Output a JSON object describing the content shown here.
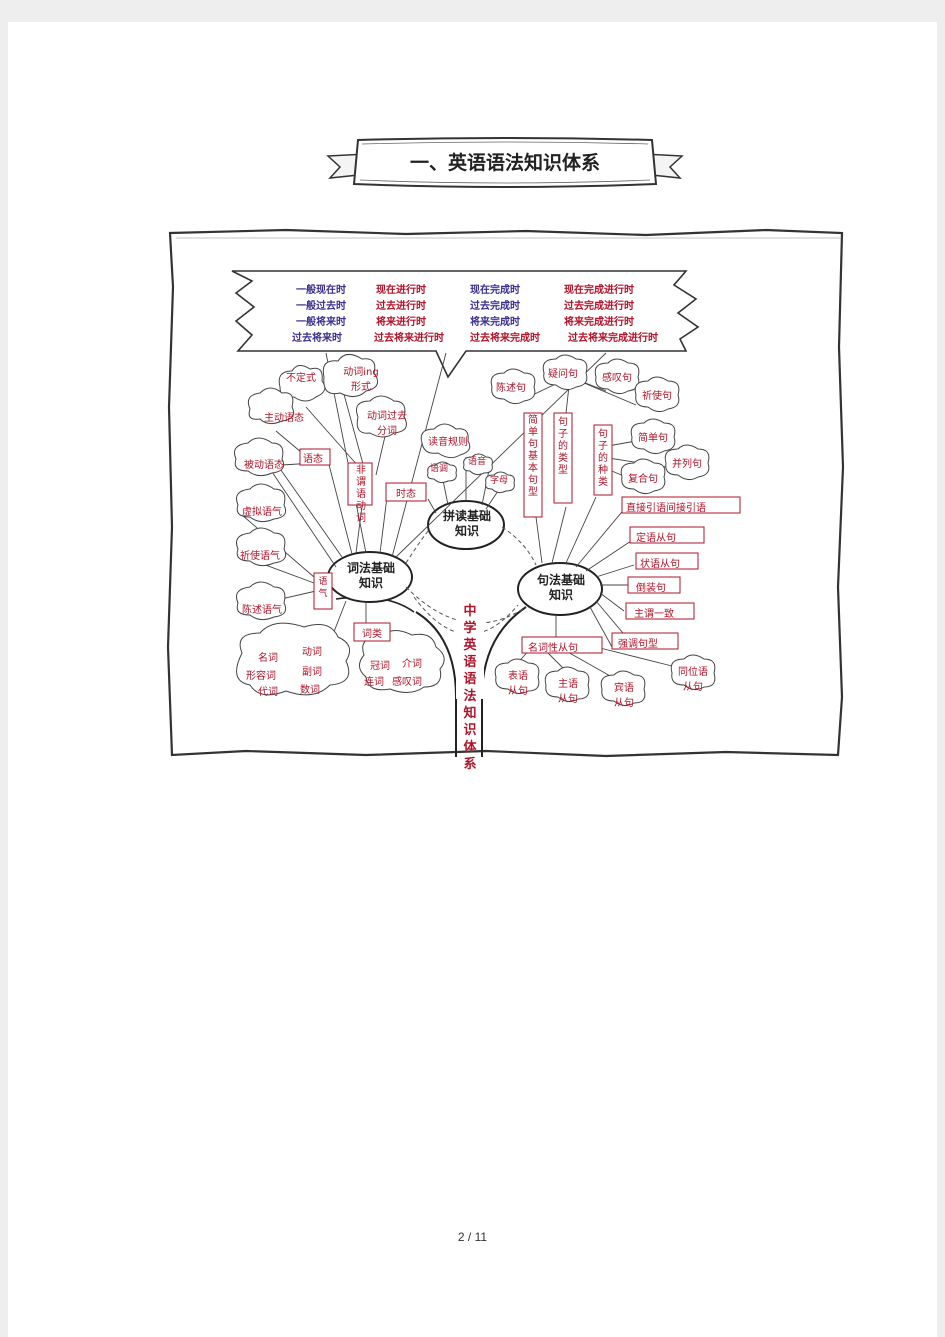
{
  "header": {
    "title": "一、英语语法知识体系"
  },
  "tenses": {
    "row1": [
      "一般现在时",
      "现在进行时",
      "现在完成时",
      "现在完成进行时"
    ],
    "row2": [
      "一般过去时",
      "过去进行时",
      "过去完成时",
      "过去完成进行时"
    ],
    "row3": [
      "一般将来时",
      "将来进行时",
      "将来完成时",
      "将来完成进行时"
    ],
    "row4": [
      "过去将来时",
      "过去将来进行时",
      "过去将来完成时",
      "过去将来完成进行时"
    ]
  },
  "diagram": {
    "center": "中学英语语法知识体系",
    "hubs": {
      "lexical": "词法基础知识",
      "phonics": "拼读基础知识",
      "syntax": "句法基础知识"
    },
    "lexical": {
      "voice": "语态",
      "active": "主动语态",
      "passive": "被动语态",
      "nonfinite": "非谓语动词",
      "infinitive": "不定式",
      "gerund": "动词ing形式",
      "participle": "动词过去分词",
      "tense": "时态",
      "mood": "语气",
      "subjunctive": "虚拟语气",
      "imperative": "祈使语气",
      "indicative": "陈述语气",
      "wordclass": "词类",
      "real_words": [
        "名词",
        "动词",
        "形容词",
        "副词",
        "代词",
        "数词"
      ],
      "function_words": [
        "冠词",
        "介词",
        "连词",
        "感叹词"
      ]
    },
    "phonics": {
      "intonation": "语调",
      "rules": "读音规则",
      "sounds": "语音",
      "letters": "字母"
    },
    "syntax": {
      "basic_patterns": "简单句基本句型",
      "sentence_types": "句子的类型",
      "declarative": "陈述句",
      "interrogative": "疑问句",
      "exclamatory": "感叹句",
      "imperative": "祈使句",
      "sentence_kinds": "句子的种类",
      "simple": "简单句",
      "compound": "并列句",
      "complex": "复合句",
      "speech": "直接引语间接引语",
      "attributive": "定语从句",
      "adverbial": "状语从句",
      "inversion": "倒装句",
      "agreement": "主谓一致",
      "emphasis": "强调句型",
      "nominal": "名词性从句",
      "predicative": "表语从句",
      "subject_clause": "主语从句",
      "object_clause": "宾语从句",
      "appositive": "同位语从句"
    }
  },
  "footer": {
    "page": "2 / 11"
  }
}
